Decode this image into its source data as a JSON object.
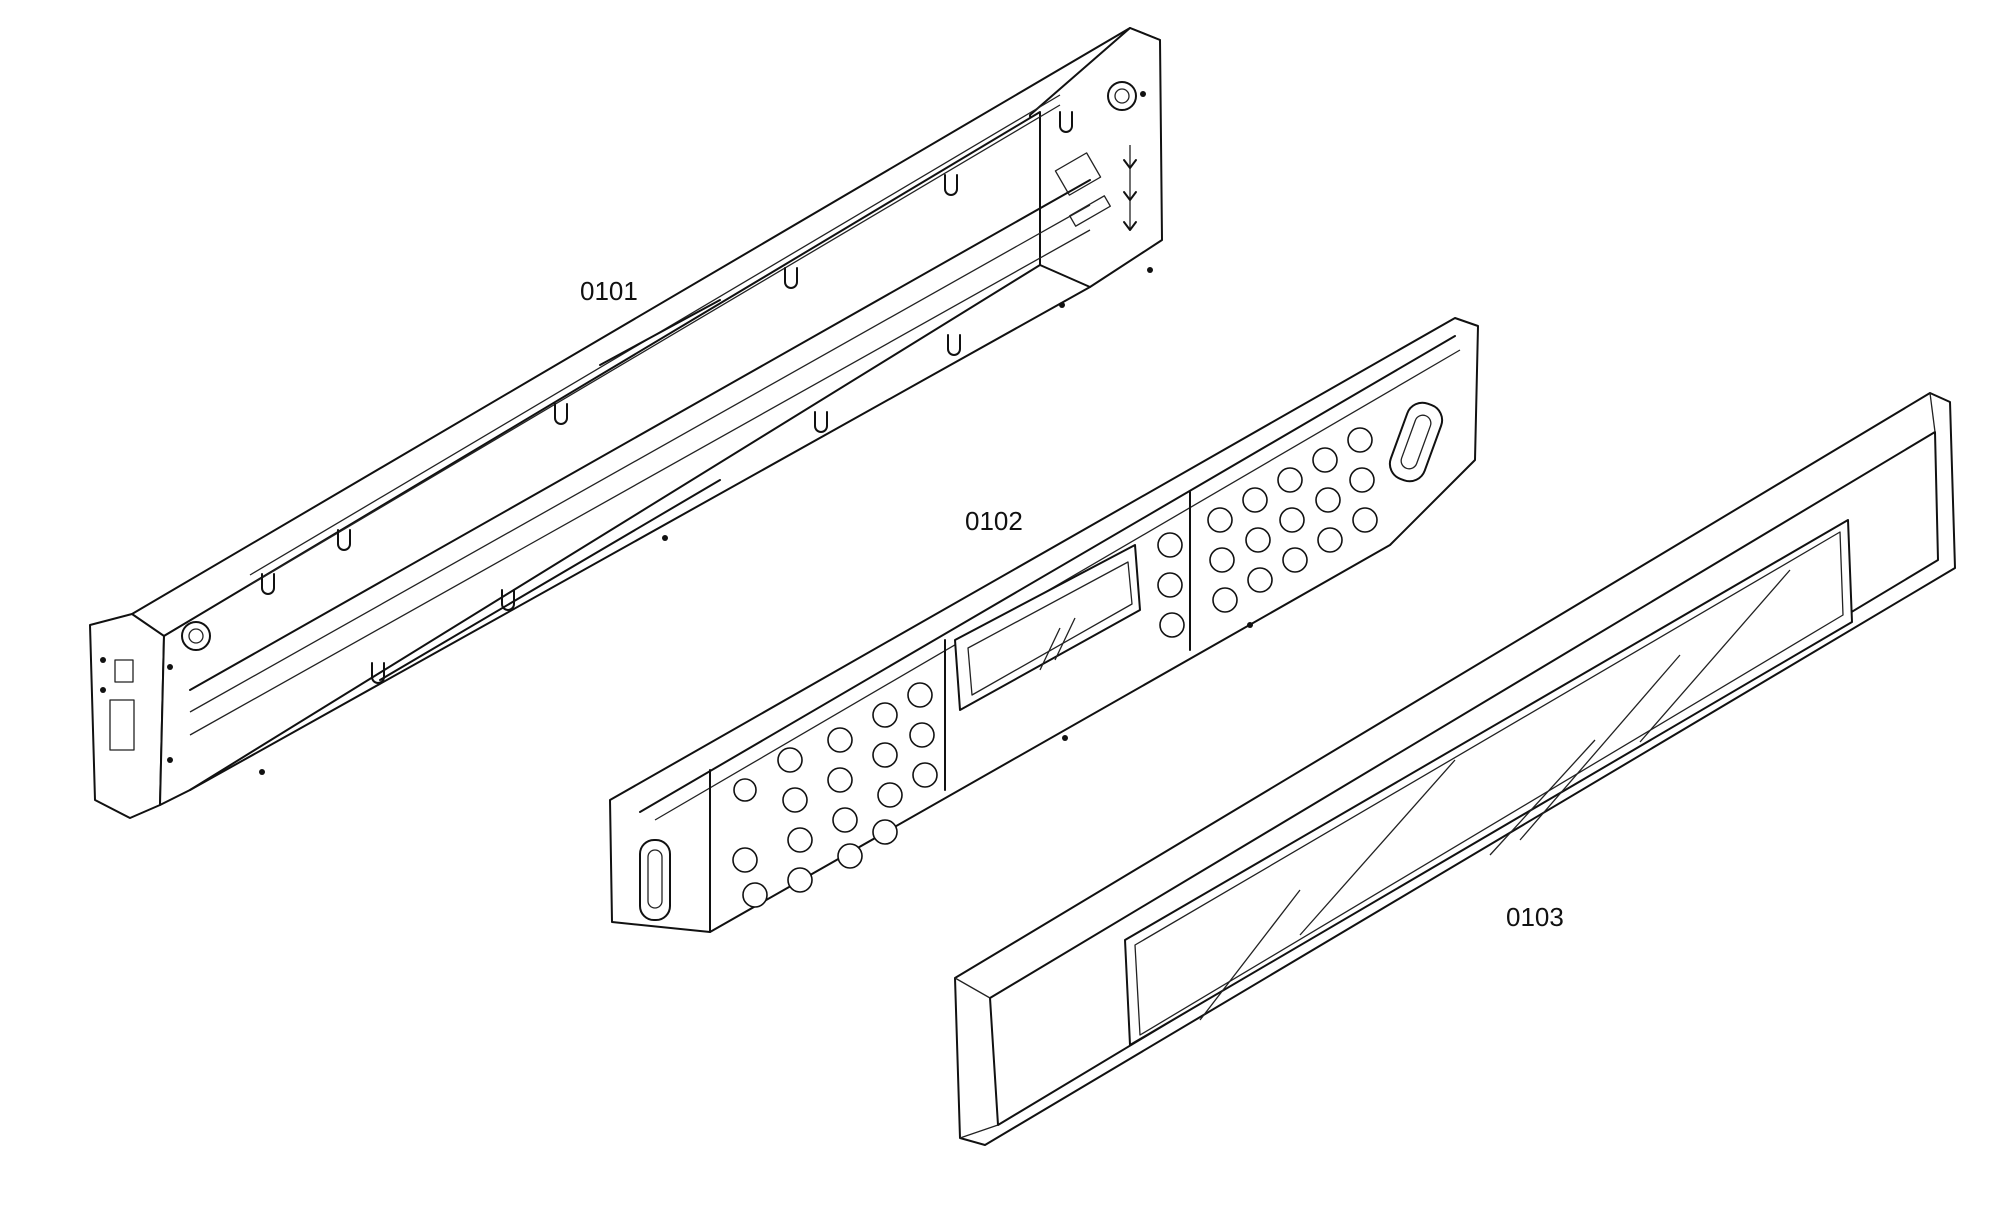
{
  "parts": [
    {
      "id": "frame",
      "label": "0101"
    },
    {
      "id": "control-board",
      "label": "0102"
    },
    {
      "id": "front-panel",
      "label": "0103"
    }
  ]
}
